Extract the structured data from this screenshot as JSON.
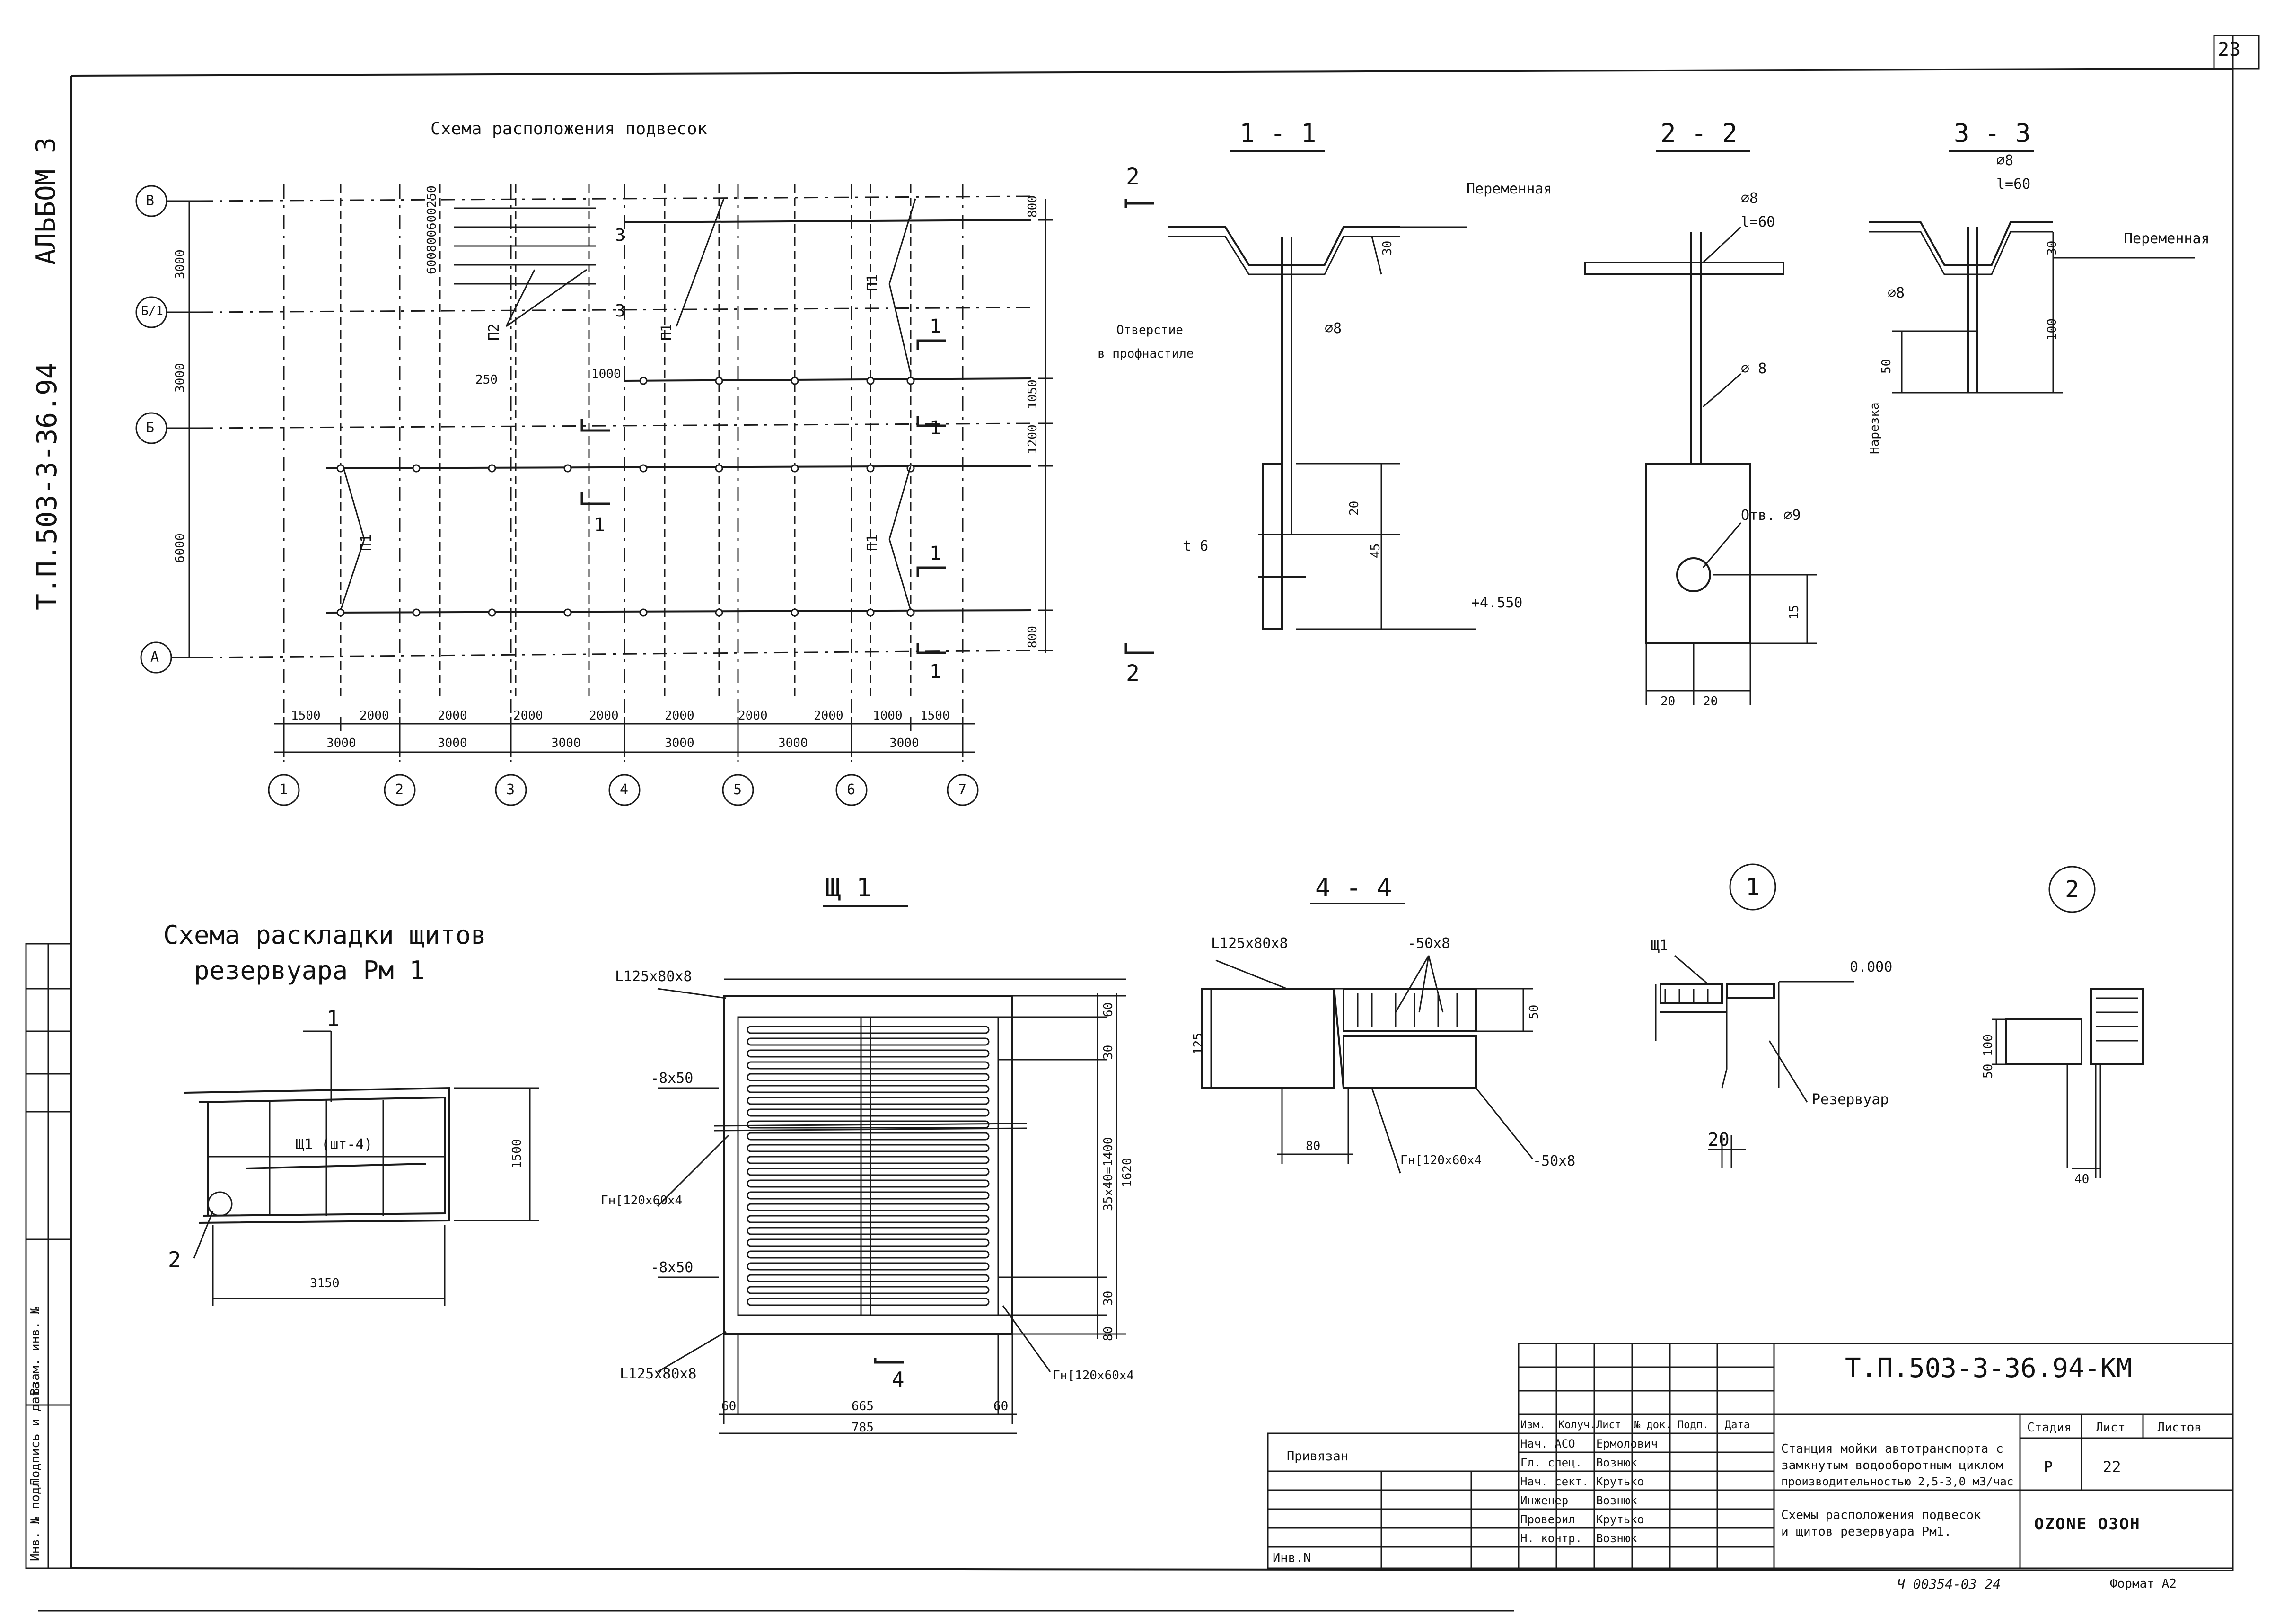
{
  "sheet": {
    "page_number": "23",
    "album": "АЛЬБОМ 3",
    "project_code": "Т.П.503-3-36.94",
    "bottom_note": "Ч 00354-03  24",
    "format": "Формат А2"
  },
  "plan": {
    "title": "Схема расположения подвесок",
    "axes_rows": [
      "В",
      "Б/1",
      "Б",
      "А"
    ],
    "axes_cols": [
      "1",
      "2",
      "3",
      "4",
      "5",
      "6",
      "7"
    ],
    "row_dims": [
      "3000",
      "3000",
      "6000"
    ],
    "right_dims": [
      "800",
      "1050",
      "1200",
      "800"
    ],
    "bottom_dims_top": [
      "1500",
      "2000",
      "2000",
      "2000",
      "2000",
      "2000",
      "2000",
      "2000",
      "1000",
      "1500"
    ],
    "bottom_dims": [
      "3000",
      "3000",
      "3000",
      "3000",
      "3000",
      "3000"
    ],
    "stack_dims": "600800600250",
    "dim_250": "250",
    "dim_1000": "1000",
    "marks": [
      "П2",
      "П1",
      "П1",
      "П1",
      "П1"
    ],
    "cut_marks": [
      "1",
      "1",
      "1",
      "1",
      "1",
      "3",
      "3"
    ]
  },
  "sec11": {
    "title": "1 - 1",
    "label_var": "Переменная",
    "hole_text_1": "Отверстие",
    "hole_text_2": "в профнастиле",
    "dia": "⌀8",
    "t6": "t 6",
    "d30": "30",
    "d20": "20",
    "d45": "45",
    "elev": "+4.550",
    "cut": "2"
  },
  "sec22": {
    "title": "2 - 2",
    "dia1": "⌀8",
    "len": "l=60",
    "dia2": "⌀ 8",
    "hole": "Отв. ⌀9",
    "d15": "15",
    "d20a": "20",
    "d20b": "20"
  },
  "sec33": {
    "title": "3 - 3",
    "dia1": "⌀8",
    "len": "l=60",
    "dia2": "⌀8",
    "label_var": "Переменная",
    "d30": "30",
    "d100": "100",
    "d50": "50",
    "notch": "Нарезка"
  },
  "layout": {
    "title_1": "Схема раскладки щитов",
    "title_2": "резервуара Рм 1",
    "mark": "Щ1 (шт-4)",
    "dim_w": "3150",
    "dim_h": "1500",
    "callout_1": "1",
    "callout_2": "2"
  },
  "panel": {
    "title": "Щ 1",
    "l_top": "L125x80x8",
    "l_bot": "L125x80x8",
    "strip1": "-8x50",
    "strip2": "-8x50",
    "channel_left": "Гн[120x60x4",
    "channel_right": "Гн[120x60x4",
    "d60": "60",
    "d30a": "30",
    "d_mid": "35x40=1400",
    "d30b": "30",
    "d80": "80",
    "d1620": "1620",
    "d60l": "60",
    "d665": "665",
    "d60r": "60",
    "d785": "785",
    "cut": "4"
  },
  "sec44": {
    "title": "4 - 4",
    "angle": "L125x80x8",
    "strip": "-50x8",
    "strip2": "-50x8",
    "channel": "Гн[120x60x4",
    "d125": "125",
    "d80": "80",
    "d50": "50"
  },
  "node1": {
    "num": "1",
    "mark": "Щ1",
    "elev": "0.000",
    "label": "Резервуар",
    "d20": "20"
  },
  "node2": {
    "num": "2",
    "d50_100": "50 100",
    "d40": "40"
  },
  "stamp": {
    "code": "Т.П.503-3-36.94-КМ",
    "binding": "Привязан",
    "inv": "Инв.N",
    "headers": [
      "Изм.",
      "Колуч.",
      "Лист",
      "№ док.",
      "Подп.",
      "Дата"
    ],
    "rows": [
      {
        "role": "Нач. АСО",
        "name": "Ермолович"
      },
      {
        "role": "Гл. спец.",
        "name": "Вознюк"
      },
      {
        "role": "Нач. сект.",
        "name": "Крутько"
      },
      {
        "role": "Инженер",
        "name": "Вознюк"
      },
      {
        "role": "Проверил",
        "name": "Крутько"
      },
      {
        "role": "Н. контр.",
        "name": "Вознюк"
      }
    ],
    "object_1": "Станция мойки автотранспорта с",
    "object_2": "замкнутым водооборотным циклом",
    "object_3": "производительностью 2,5-3,0 м3/час",
    "sheet_1": "Схемы расположения подвесок",
    "sheet_2": "и щитов резервуара Рм1.",
    "stage_h": "Стадия",
    "list_h": "Лист",
    "lists_h": "Листов",
    "stage": "Р",
    "list": "22",
    "company": "OZONE  ОЗОН"
  },
  "sidebar": {
    "inv_podl": "Инв. № подл.",
    "podp_data": "Подпись и дата",
    "vzam": "Взам. инв. №"
  }
}
